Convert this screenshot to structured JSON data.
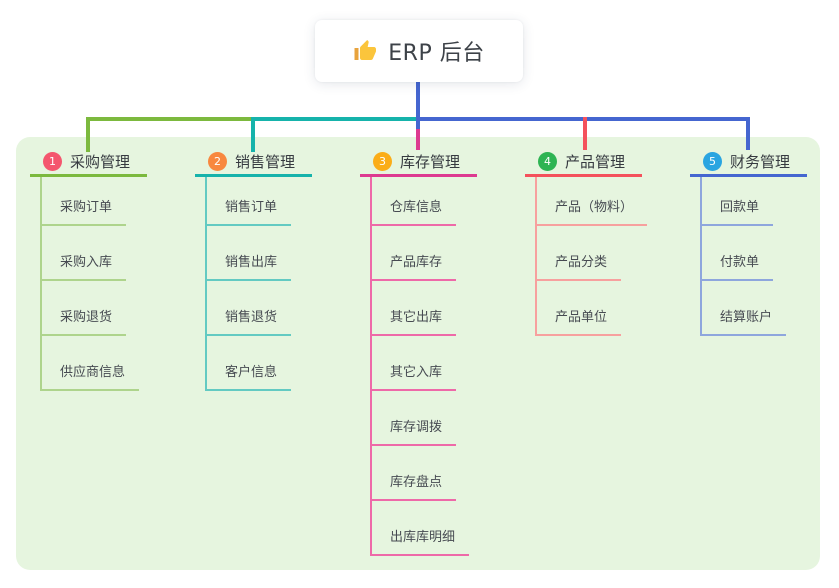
{
  "root": {
    "label": "ERP 后台",
    "icon": "thumbs-up"
  },
  "branches": [
    {
      "index": "1",
      "label": "采购管理",
      "colors": {
        "badge": "#f4566e",
        "line": "#7cb93e",
        "item_line": "#aed48c"
      },
      "items": [
        {
          "label": "采购订单"
        },
        {
          "label": "采购入库"
        },
        {
          "label": "采购退货"
        },
        {
          "label": "供应商信息"
        }
      ]
    },
    {
      "index": "2",
      "label": "销售管理",
      "colors": {
        "badge": "#f8883f",
        "line": "#16b3ab",
        "item_line": "#63cac2"
      },
      "items": [
        {
          "label": "销售订单"
        },
        {
          "label": "销售出库"
        },
        {
          "label": "销售退货"
        },
        {
          "label": "客户信息"
        }
      ]
    },
    {
      "index": "3",
      "label": "库存管理",
      "colors": {
        "badge": "#fbad18",
        "line": "#dd3a90",
        "item_line": "#ee69a8"
      },
      "items": [
        {
          "label": "仓库信息"
        },
        {
          "label": "产品库存"
        },
        {
          "label": "其它出库"
        },
        {
          "label": "其它入库"
        },
        {
          "label": "库存调拨"
        },
        {
          "label": "库存盘点"
        },
        {
          "label": "出库库明细"
        }
      ]
    },
    {
      "index": "4",
      "label": "产品管理",
      "colors": {
        "badge": "#2eb453",
        "line": "#f4515c",
        "item_line": "#f7a09e"
      },
      "items": [
        {
          "label": "产品（物料）"
        },
        {
          "label": "产品分类"
        },
        {
          "label": "产品单位"
        }
      ]
    },
    {
      "index": "5",
      "label": "财务管理",
      "colors": {
        "badge": "#2aa5e1",
        "line": "#4566d0",
        "item_line": "#8ea6dd"
      },
      "items": [
        {
          "label": "回款单"
        },
        {
          "label": "付款单"
        },
        {
          "label": "结算账户"
        }
      ]
    }
  ],
  "connector_colors": {
    "root_stub": "#4566d0",
    "h_green": "#7cb93e",
    "h_teal": "#16b3ab",
    "h_blue": "#4566d0",
    "stub_1": "#7cb93e",
    "stub_2": "#16b3ab",
    "stub_3": "#dd3a90",
    "stub_4": "#f4515c",
    "stub_5": "#4566d0"
  },
  "panel_color": "#e6f5df",
  "icon_colors": {
    "thumb_hand": "#fbc53c",
    "thumb_sleeve": "#e8a33d"
  }
}
